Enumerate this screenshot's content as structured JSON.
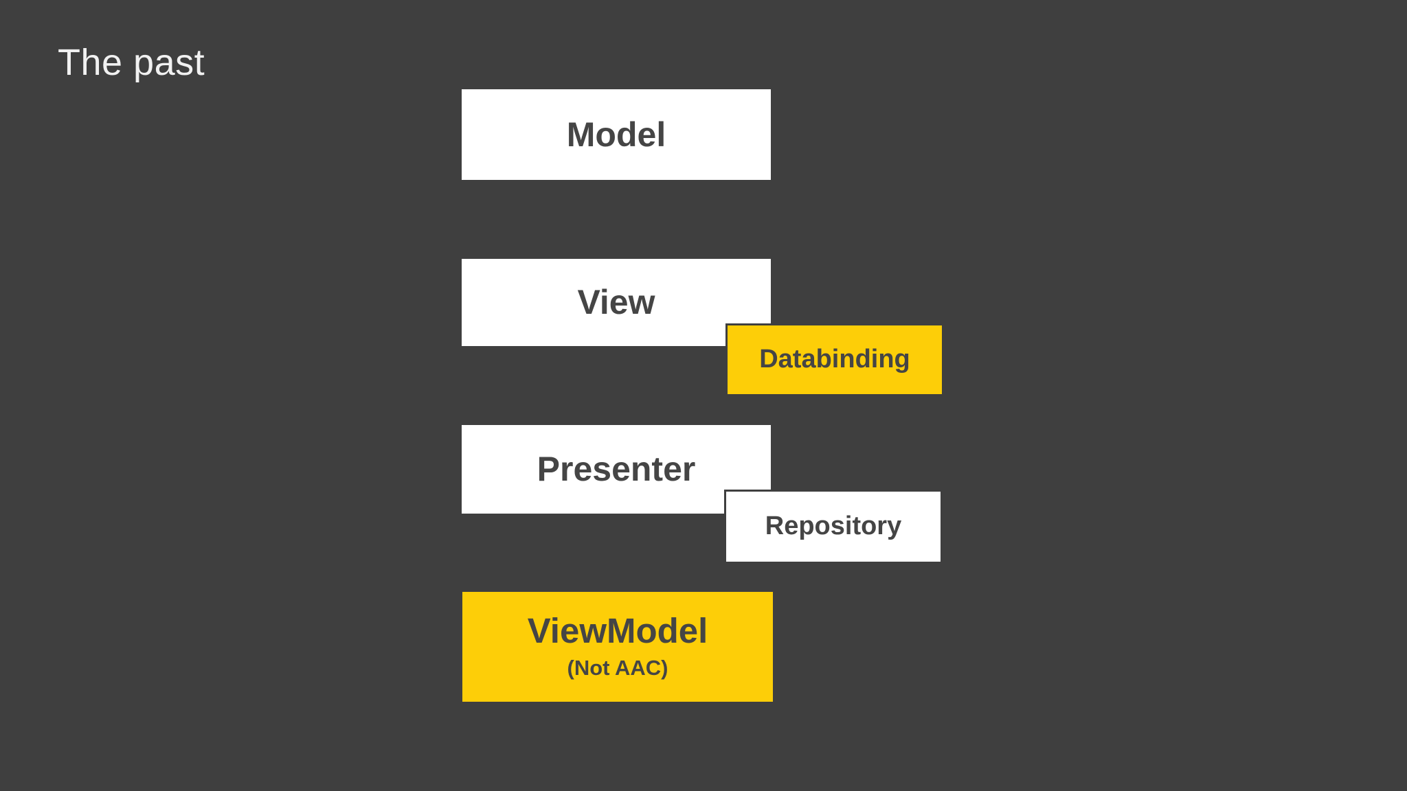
{
  "slide": {
    "title": "The past",
    "background_color": "#3F3F3F",
    "box_text_color": "#454545",
    "title_color": "#F1F1F1",
    "white_box_color": "#FFFFFF",
    "yellow_box_color": "#FDCE08"
  },
  "boxes": {
    "model": {
      "label": "Model",
      "variant": "white"
    },
    "view": {
      "label": "View",
      "variant": "white"
    },
    "databinding": {
      "label": "Databinding",
      "variant": "yellow"
    },
    "presenter": {
      "label": "Presenter",
      "variant": "white"
    },
    "repository": {
      "label": "Repository",
      "variant": "white"
    },
    "viewmodel": {
      "label": "ViewModel",
      "sublabel": "(Not AAC)",
      "variant": "yellow"
    }
  }
}
